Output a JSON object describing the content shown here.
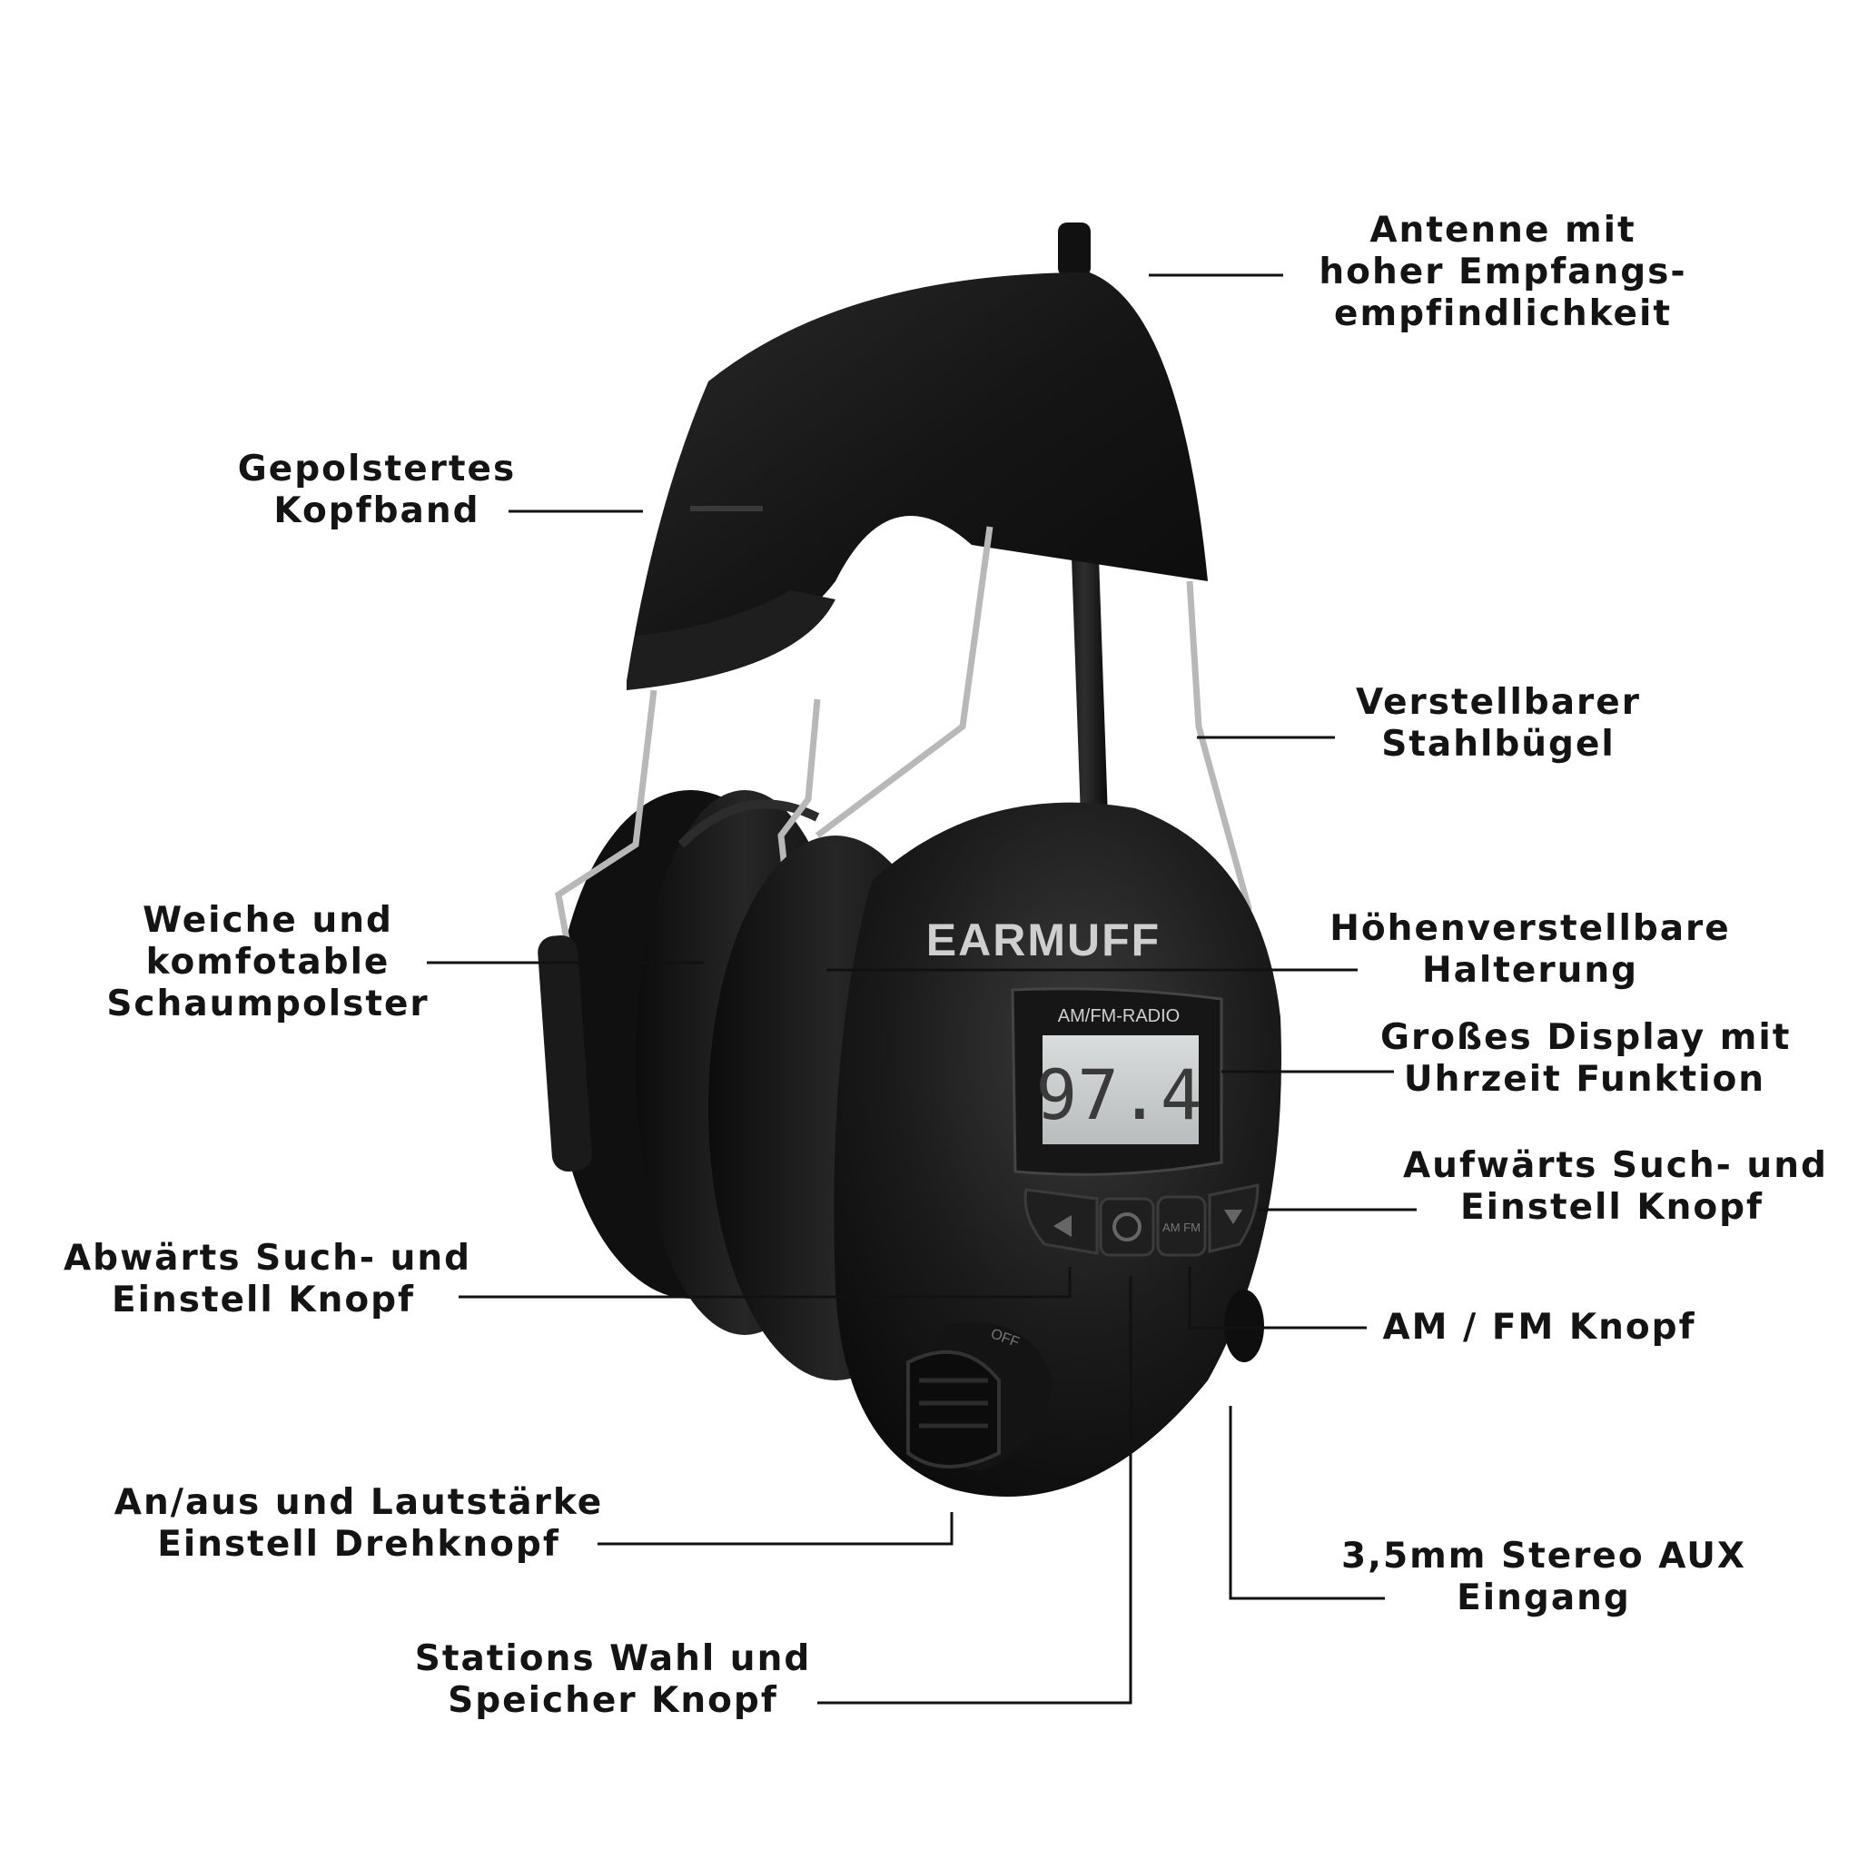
{
  "product": {
    "brand": "EARMUFF",
    "display_band": "AM/FM-RADIO",
    "display_value": "97.4",
    "knob_mark": "OFF",
    "mode_button_text": "AM FM"
  },
  "callouts": [
    {
      "id": "antenna",
      "lines": [
        "Antenne mit",
        "hoher Empfangs-",
        "empfindlichkeit"
      ]
    },
    {
      "id": "headband",
      "lines": [
        "Gepolstertes",
        "Kopfband"
      ]
    },
    {
      "id": "steel-bracket",
      "lines": [
        "Verstellbarer",
        "Stahlbügel"
      ]
    },
    {
      "id": "foam-cushion",
      "lines": [
        "Weiche und",
        "komfotable",
        "Schaumpolster"
      ]
    },
    {
      "id": "height-holder",
      "lines": [
        "Höhenverstellbare",
        "Halterung"
      ]
    },
    {
      "id": "display",
      "lines": [
        "Großes Display mit",
        "Uhrzeit Funktion"
      ]
    },
    {
      "id": "seek-up",
      "lines": [
        "Aufwärts Such- und",
        "Einstell Knopf"
      ]
    },
    {
      "id": "seek-down",
      "lines": [
        "Abwärts Such- und",
        "Einstell Knopf"
      ]
    },
    {
      "id": "am-fm",
      "lines": [
        "AM / FM Knopf"
      ]
    },
    {
      "id": "volume-knob",
      "lines": [
        "An/aus und Lautstärke",
        "Einstell Drehknopf"
      ]
    },
    {
      "id": "aux-input",
      "lines": [
        "3,5mm Stereo AUX",
        "Eingang"
      ]
    },
    {
      "id": "station-memory",
      "lines": [
        "Stations Wahl und",
        "Speicher Knopf"
      ]
    }
  ]
}
